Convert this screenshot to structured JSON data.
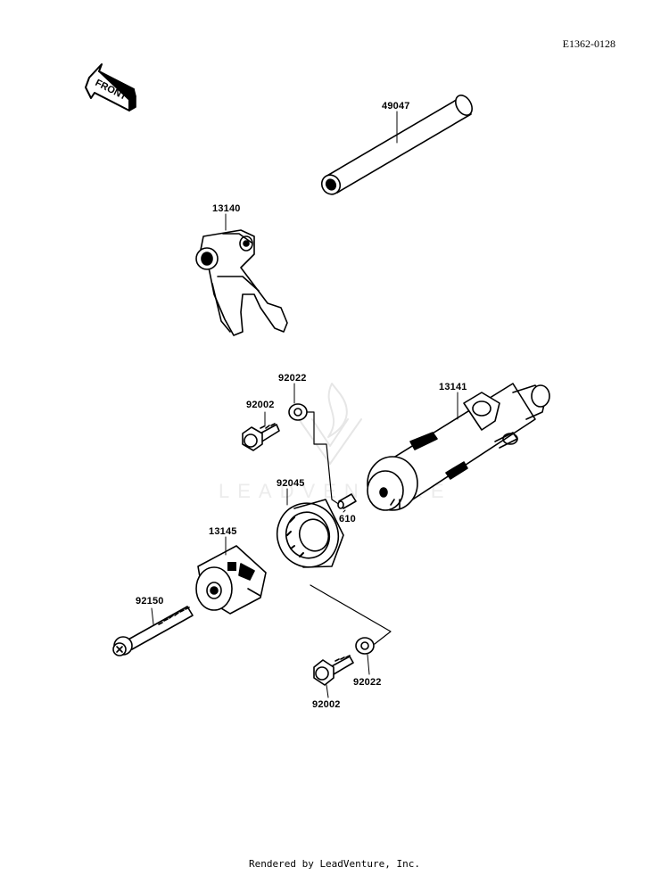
{
  "diagram_ref": "E1362-0128",
  "front_label": "FRONT",
  "watermark": "LEADVENTURE",
  "footer": "Rendered by LeadVenture, Inc.",
  "parts": {
    "p49047": "49047",
    "p13140": "13140",
    "p92022a": "92022",
    "p92002a": "92002",
    "p13141": "13141",
    "p92045": "92045",
    "p610": "610",
    "p13145": "13145",
    "p92150": "92150",
    "p92022b": "92022",
    "p92002b": "92002"
  }
}
